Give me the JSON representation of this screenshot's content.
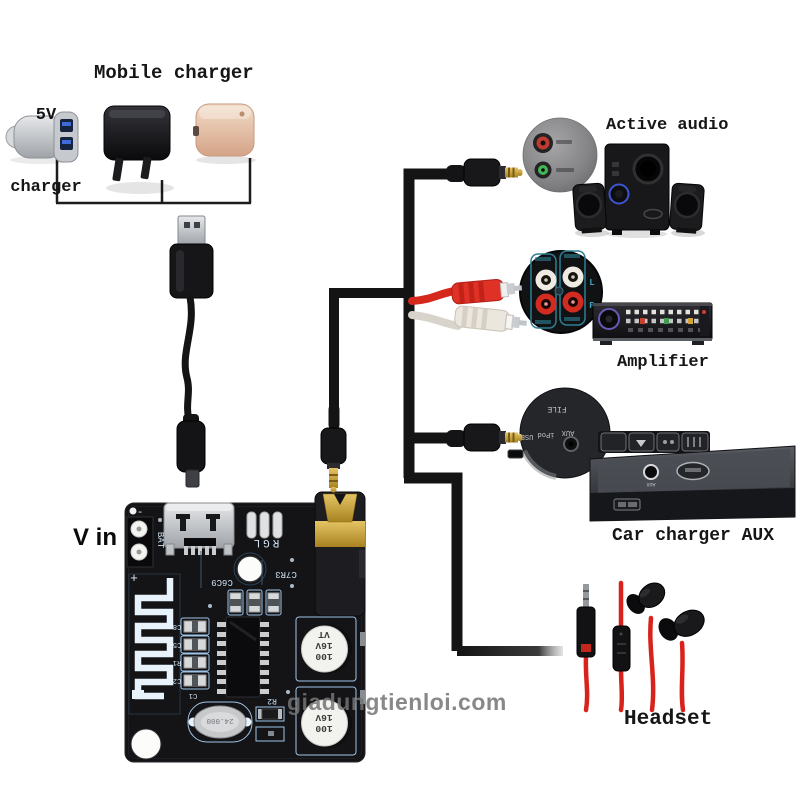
{
  "top_left": {
    "label_5v_line1": "5V",
    "label_5v_line2": "charger",
    "label_mobile": "Mobile charger"
  },
  "right_labels": {
    "active_audio": "Active audio",
    "amplifier": "Amplifier",
    "car_aux": "Car charger AUX",
    "headset": "Headset"
  },
  "board": {
    "vin": "V in",
    "bat": "BAT",
    "minus": "-",
    "plus": "+",
    "rgl": "RGL",
    "c7r3": "C7R3",
    "c6c9": "C6C9",
    "res_labels": [
      "C8",
      "C5",
      "R1",
      "C2"
    ],
    "c1": "C1",
    "r2": "R2",
    "crystal": "24.000",
    "cap1": {
      "l1": "100",
      "l2": "16V",
      "l3": "VT"
    },
    "cap2": {
      "l1": "100",
      "l2": "16V"
    }
  },
  "rca_panel": {
    "left_jack": "L",
    "right_jack": "R"
  },
  "car_stereo": {
    "file": "FILE",
    "usb": "USB",
    "ipod": "iPod",
    "aux": "AUX",
    "aux_face": "AUX"
  },
  "watermark": "giadungtienloi.com",
  "colors": {
    "background": "#ffffff",
    "accent_red": "#d8231c",
    "pcb_black": "#141417",
    "silkscreen": "#cfe3f5",
    "gold": "#c8a23f"
  }
}
